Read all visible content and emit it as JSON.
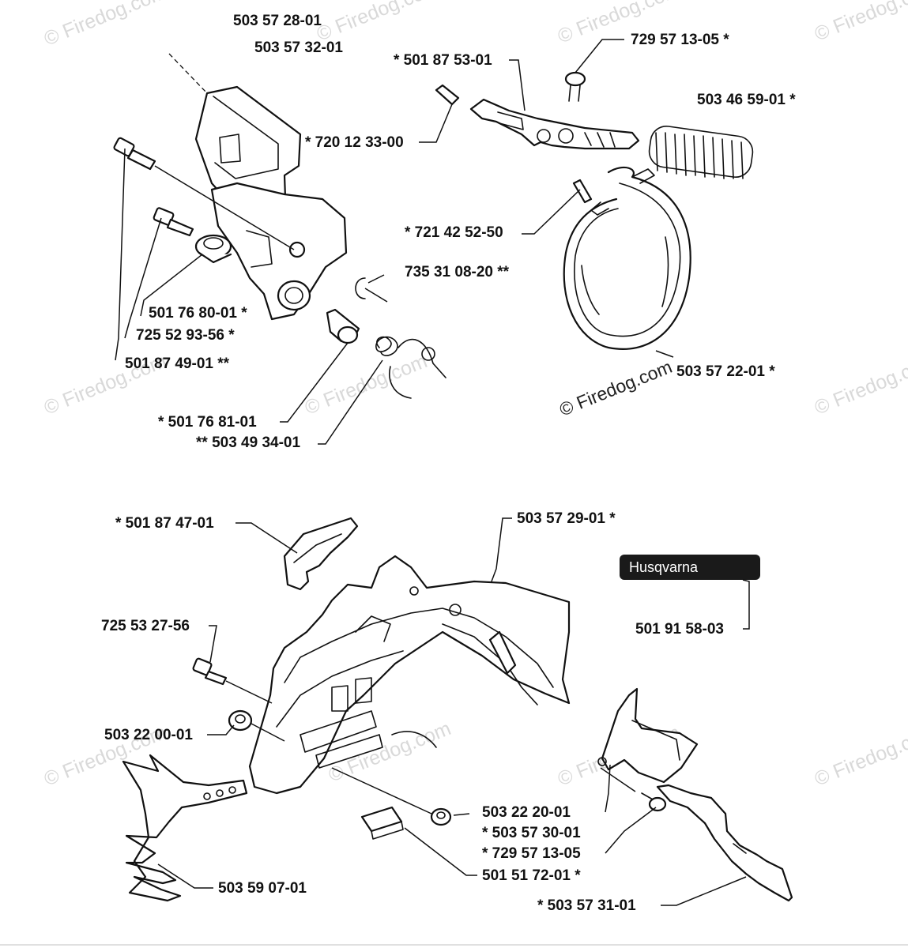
{
  "watermark": "© Firedog.com",
  "brand_label": "Husqvarna",
  "labels": {
    "l01": "503 57 28-01",
    "l02": "503 57 32-01",
    "l03": "* 720 12 33-00",
    "l04": "* 501 87 53-01",
    "l05": "729 57 13-05  *",
    "l06": "503 46 59-01  *",
    "l07": "* 721 42 52-50",
    "l08": "735 31 08-20  **",
    "l09": "501 76 80-01  *",
    "l10": "725 52 93-56  *",
    "l11": "501 87 49-01  **",
    "l12": "503 57 22-01  *",
    "l13": "* 501 76 81-01",
    "l14": "** 503 49 34-01",
    "l15": "* 501 87 47-01",
    "l16": "503 57 29-01  *",
    "l17": "501 91 58-03",
    "l18": "725 53 27-56",
    "l19": "503 22 00-01",
    "l20": "503 22 20-01",
    "l21": "* 503 57 30-01",
    "l22": "* 729 57 13-05",
    "l23": "501 51 72-01  *",
    "l24": "503 59 07-01",
    "l25": "* 503 57 31-01"
  }
}
